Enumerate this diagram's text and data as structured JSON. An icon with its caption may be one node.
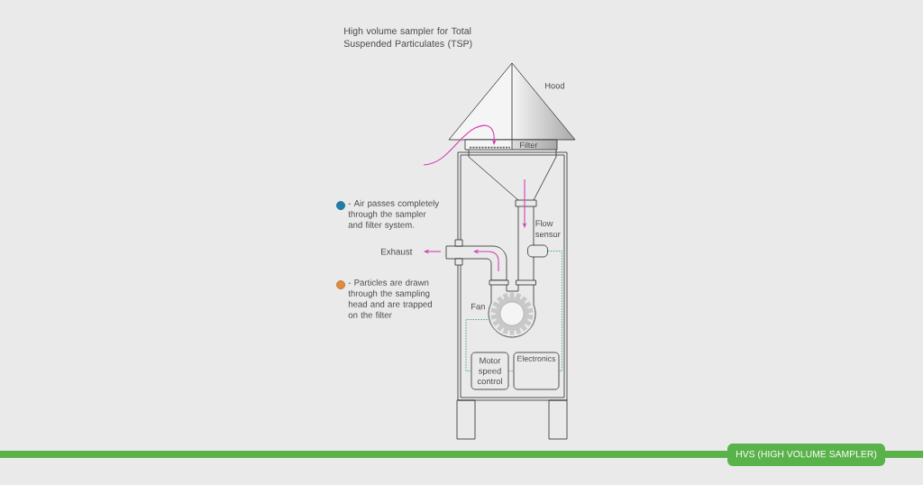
{
  "diagram": {
    "title": "High volume sampler for Total Suspended Particulates (TSP)",
    "nodes": [
      {
        "text": [],
        "shape": "box",
        "beside": [
          "Flow sensor"
        ]
      },
      {
        "text": [],
        "shape": "circle",
        "beside": [
          "Fan"
        ]
      },
      {
        "text": [
          "Motor speed control"
        ]
      },
      {
        "text": [
          "Electronics"
        ]
      },
      {
        "text": [
          "HVS (HIGH VOLUME SAMPLER)"
        ]
      }
    ],
    "edges": [
      {
        "from": 0,
        "to": 3,
        "arrow": "none",
        "style": "dashed",
        "color": "#3aa66e"
      },
      {
        "from": 1,
        "to": 2,
        "arrow": "none",
        "style": "dashed",
        "color": "#3aa66e"
      },
      {
        "from": 2,
        "to": 3,
        "arrow": "none",
        "style": "dashed",
        "color": "#3aa66e"
      }
    ],
    "labels": [
      "Hood",
      "Filter",
      "Exhaust"
    ],
    "legend": [
      {
        "text": "- Air passes completely through the sampler and filter system.",
        "color": "#1e7fa8"
      },
      {
        "text": "- Particles are drawn through the sampling head and are trapped on the filter",
        "color": "#e3893b"
      }
    ]
  }
}
